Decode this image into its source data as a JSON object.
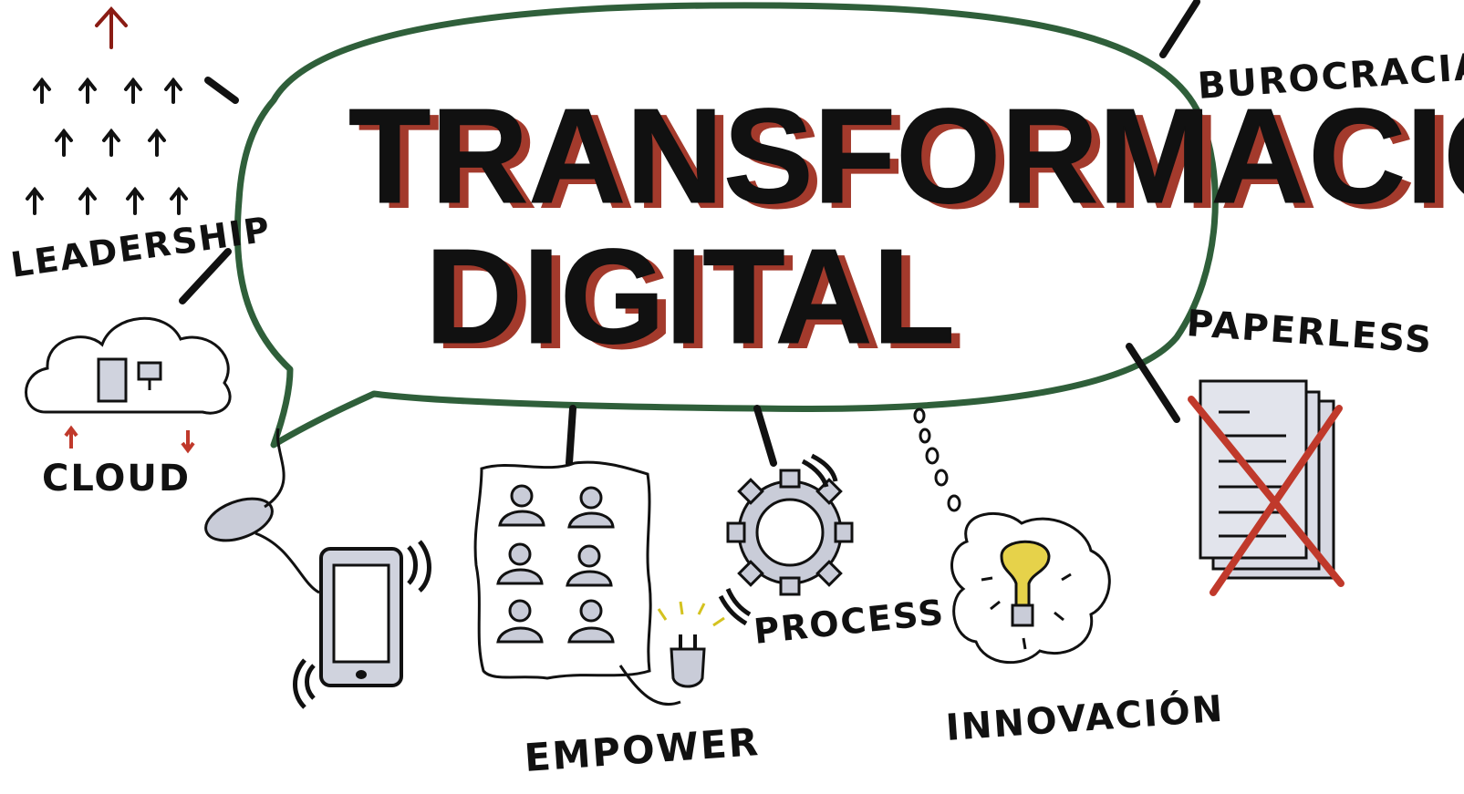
{
  "title": {
    "line1": "TRANSFORMACIÓN",
    "line2": "DIGITAL"
  },
  "labels": {
    "leadership": "LEADERSHIP",
    "cloud": "CLOUD",
    "burocracia": "BUROCRACIA",
    "paperless": "PAPERLESS",
    "empower": "EMPOWER",
    "process": "PROCESS",
    "innovacion": "INNOVACIÓN"
  },
  "icons": [
    "arrow-up-icon",
    "cloud-icon",
    "tablet-icon",
    "people-board-icon",
    "plug-icon",
    "gear-icon",
    "lightbulb-icon",
    "crossed-papers-icon"
  ],
  "colors": {
    "bubble_outline": "#2f5f3a",
    "accent_red": "#a33a2c",
    "ink": "#111111",
    "bulb_yellow": "#e6d24a",
    "gray_fill": "#c9ccd8"
  }
}
